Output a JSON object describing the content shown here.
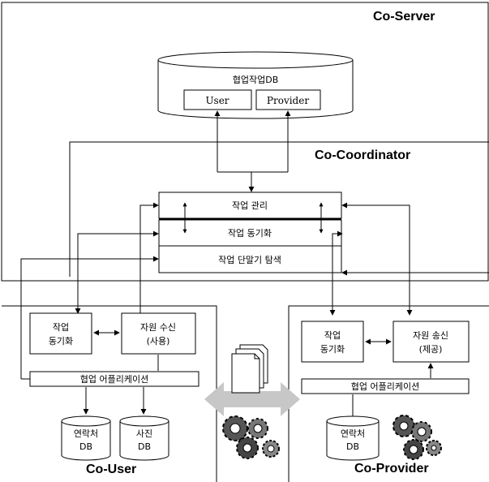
{
  "regions": {
    "server": "Co-Server",
    "coordinator": "Co-Coordinator",
    "user": "Co-User",
    "provider": "Co-Provider"
  },
  "server_db": {
    "title": "협업작업DB",
    "user_table": "User",
    "provider_table": "Provider"
  },
  "coordinator": {
    "task_management": "작업 관리",
    "task_sync": "작업 동기화",
    "device_discovery": "작업 단말기 탐색"
  },
  "user_side": {
    "task_sync": [
      "작업",
      "동기화"
    ],
    "resource_receive": [
      "자원 수신",
      "(사용)"
    ],
    "app": "협업 어플리케이션",
    "contacts_db": [
      "연락처",
      "DB"
    ],
    "photo_db": [
      "사진",
      "DB"
    ]
  },
  "provider_side": {
    "task_sync": [
      "작업",
      "동기화"
    ],
    "resource_send": [
      "자원 송신",
      "(제공)"
    ],
    "app": "협업 어플리케이션",
    "contacts_db": [
      "연락처",
      "DB"
    ]
  },
  "icons": [
    "documents-icon",
    "gears-icon",
    "double-arrow-icon"
  ]
}
